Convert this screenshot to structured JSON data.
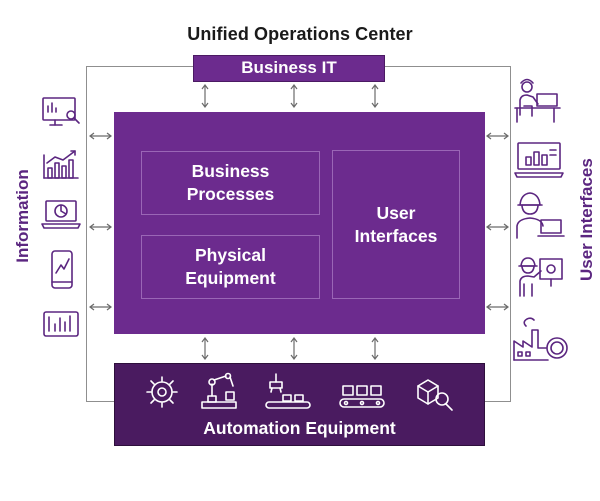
{
  "title": "Unified Operations Center",
  "top_box": {
    "label": "Business IT"
  },
  "core": {
    "business_processes": "Business\nProcesses",
    "physical_equipment": "Physical\nEquipment",
    "user_interfaces": "User\nInterfaces"
  },
  "bottom_box": {
    "label": "Automation Equipment"
  },
  "left_label": "Information",
  "right_label": "User Interfaces",
  "colors": {
    "primary": "#6c2b8e",
    "dark": "#4a1b60",
    "icon": "#5b2680",
    "line": "#8f8f8f"
  },
  "left_icons": [
    "monitor-search-icon",
    "bar-chart-icon",
    "laptop-pie-chart-icon",
    "phone-trend-icon",
    "tablet-chart-icon"
  ],
  "right_icons": [
    "desk-worker-icon",
    "monitor-bar-chart-icon",
    "engineer-laptop-icon",
    "worker-presentation-icon",
    "factory-gear-icon"
  ],
  "automation_icons": [
    "gear-icon",
    "robot-arm-icon",
    "pick-and-place-icon",
    "conveyor-icon",
    "inspection-box-icon"
  ]
}
